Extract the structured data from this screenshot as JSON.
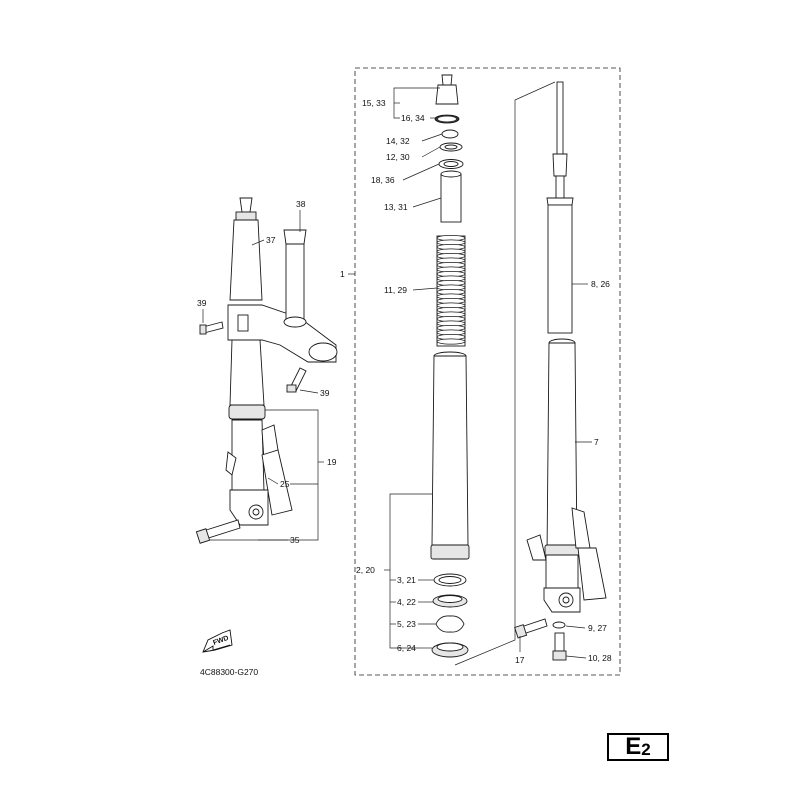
{
  "diagram_code": "4C88300-G270",
  "fwd_label": "FWD",
  "section": {
    "letter": "E",
    "number": "2"
  },
  "callouts": {
    "c1": "1",
    "c2_20": "2, 20",
    "c3_21": "3, 21",
    "c4_22": "4, 22",
    "c5_23": "5, 23",
    "c6_24": "6, 24",
    "c7": "7",
    "c8_26": "8, 26",
    "c9_27": "9, 27",
    "c10_28": "10, 28",
    "c11_29": "11, 29",
    "c12_30": "12, 30",
    "c13_31": "13, 31",
    "c14_32": "14, 32",
    "c15_33": "15, 33",
    "c16_34": "16, 34",
    "c17": "17",
    "c18_36": "18, 36",
    "c19": "19",
    "c25": "25",
    "c35": "35",
    "c37": "37",
    "c38": "38",
    "c39a": "39",
    "c39b": "39"
  }
}
